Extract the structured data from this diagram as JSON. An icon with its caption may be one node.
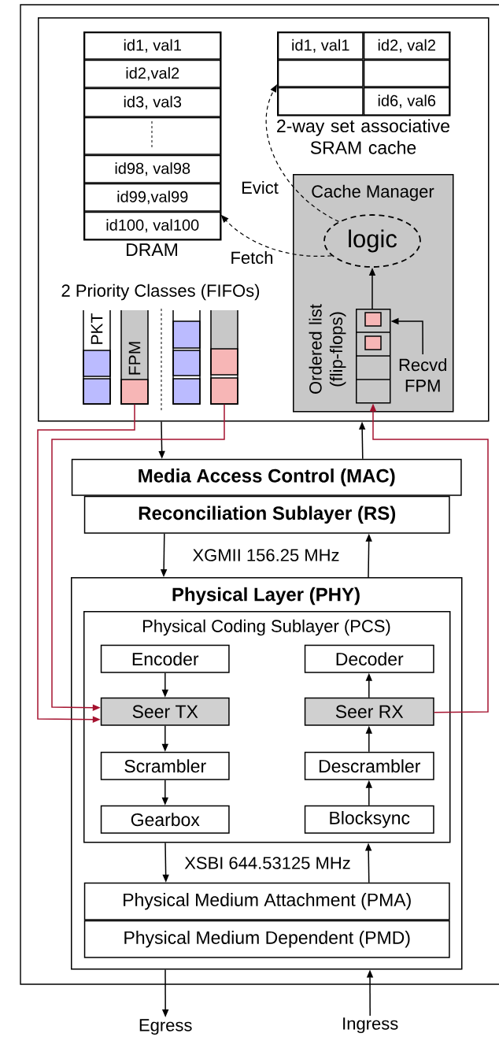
{
  "diagram": {
    "nodes": [
      {
        "text": [],
        "shape": "box"
      },
      {
        "text": [
          "DRAM"
        ],
        "in": 0
      },
      {
        "text": [
          "id1, val1"
        ],
        "in": 1
      },
      {
        "text": [
          "id2,val2"
        ],
        "in": 1
      },
      {
        "text": [
          "id3, val3"
        ],
        "in": 1
      },
      {
        "text": [],
        "shape": "box",
        "in": 1
      },
      {
        "text": [
          "id98, val98"
        ],
        "in": 1
      },
      {
        "text": [
          "id99,val99"
        ],
        "in": 1
      },
      {
        "text": [
          "id100, val100"
        ],
        "in": 1
      },
      {
        "text": [
          "2-way set associative SRAM cache"
        ],
        "in": 0
      },
      {
        "text": [
          "id1, val1"
        ],
        "in": 9
      },
      {
        "text": [
          "id2, val2"
        ],
        "in": 9
      },
      {
        "text": [],
        "shape": "box",
        "in": 9
      },
      {
        "text": [],
        "shape": "box",
        "in": 9
      },
      {
        "text": [],
        "shape": "box",
        "in": 9
      },
      {
        "text": [
          "id6, val6"
        ],
        "in": 9
      },
      {
        "text": [
          "PKT"
        ],
        "in": 0
      },
      {
        "text": [
          "FPM"
        ],
        "in": 0
      },
      {
        "text": [],
        "shape": "bar",
        "in": 0
      },
      {
        "text": [],
        "shape": "bar",
        "in": 0
      },
      {
        "text": [
          "Cache Manager"
        ],
        "in": 0
      },
      {
        "text": [
          "logic"
        ],
        "in": 20
      },
      {
        "text": [],
        "shape": "box",
        "beside": [
          "Ordered list (flip-flops)"
        ],
        "in": 20
      },
      {
        "text": [
          "Recvd FPM"
        ],
        "in": 20
      },
      {
        "text": [
          "Media Access Control (MAC)"
        ]
      },
      {
        "text": [
          "Reconciliation Sublayer (RS)"
        ]
      },
      {
        "text": [
          "Physical Layer (PHY)"
        ]
      },
      {
        "text": [
          "Physical Coding Sublayer (PCS)"
        ],
        "in": 26
      },
      {
        "text": [
          "Encoder"
        ],
        "in": 27
      },
      {
        "text": [
          "Seer TX"
        ],
        "in": 27
      },
      {
        "text": [
          "Scrambler"
        ],
        "in": 27
      },
      {
        "text": [
          "Gearbox"
        ],
        "in": 27
      },
      {
        "text": [
          "Decoder"
        ],
        "in": 27
      },
      {
        "text": [
          "Seer RX"
        ],
        "in": 27
      },
      {
        "text": [
          "Descrambler"
        ],
        "in": 27
      },
      {
        "text": [
          "Blocksync"
        ],
        "in": 27
      },
      {
        "text": [
          "Physical Medium Attachment (PMA)"
        ],
        "in": 26
      },
      {
        "text": [
          "Physical Medium Dependent (PMD)"
        ],
        "in": 26
      },
      {
        "text": [
          "Egress"
        ]
      },
      {
        "text": [
          "Ingress"
        ]
      }
    ],
    "edges": [
      {
        "from": 0,
        "to": 24,
        "arrow": "to"
      },
      {
        "from": 24,
        "to": 0,
        "arrow": "to"
      },
      {
        "from": 21,
        "to": 9,
        "arrow": "to",
        "label": "Evict",
        "style": "dashed"
      },
      {
        "from": 21,
        "to": 8,
        "arrow": "to",
        "label": "Fetch",
        "style": "dashed"
      },
      {
        "from": 22,
        "to": 21,
        "arrow": "to"
      },
      {
        "from": 23,
        "to": 22,
        "arrow": "to"
      },
      {
        "from": 17,
        "to": 29,
        "arrow": "to",
        "color": "#a5122f"
      },
      {
        "from": 19,
        "to": 29,
        "arrow": "to",
        "color": "#a5122f"
      },
      {
        "from": 33,
        "to": 22,
        "arrow": "to",
        "color": "#a5122f"
      },
      {
        "from": 25,
        "to": 26,
        "arrow": "to"
      },
      {
        "from": 26,
        "to": 25,
        "arrow": "to"
      },
      {
        "from": 28,
        "to": 29,
        "arrow": "to"
      },
      {
        "from": 29,
        "to": 30,
        "arrow": "to"
      },
      {
        "from": 30,
        "to": 31,
        "arrow": "to"
      },
      {
        "from": 35,
        "to": 34,
        "arrow": "to"
      },
      {
        "from": 34,
        "to": 33,
        "arrow": "to"
      },
      {
        "from": 33,
        "to": 32,
        "arrow": "to"
      },
      {
        "from": 27,
        "to": 36,
        "arrow": "to"
      },
      {
        "from": 36,
        "to": 27,
        "arrow": "to"
      },
      {
        "from": 26,
        "to": 38,
        "arrow": "to"
      },
      {
        "from": 39,
        "to": 26,
        "arrow": "to"
      }
    ],
    "labels": [
      "2 Priority Classes (FIFOs)",
      "XGMII 156.25 MHz",
      "XSBI 644.53125 MHz"
    ]
  }
}
